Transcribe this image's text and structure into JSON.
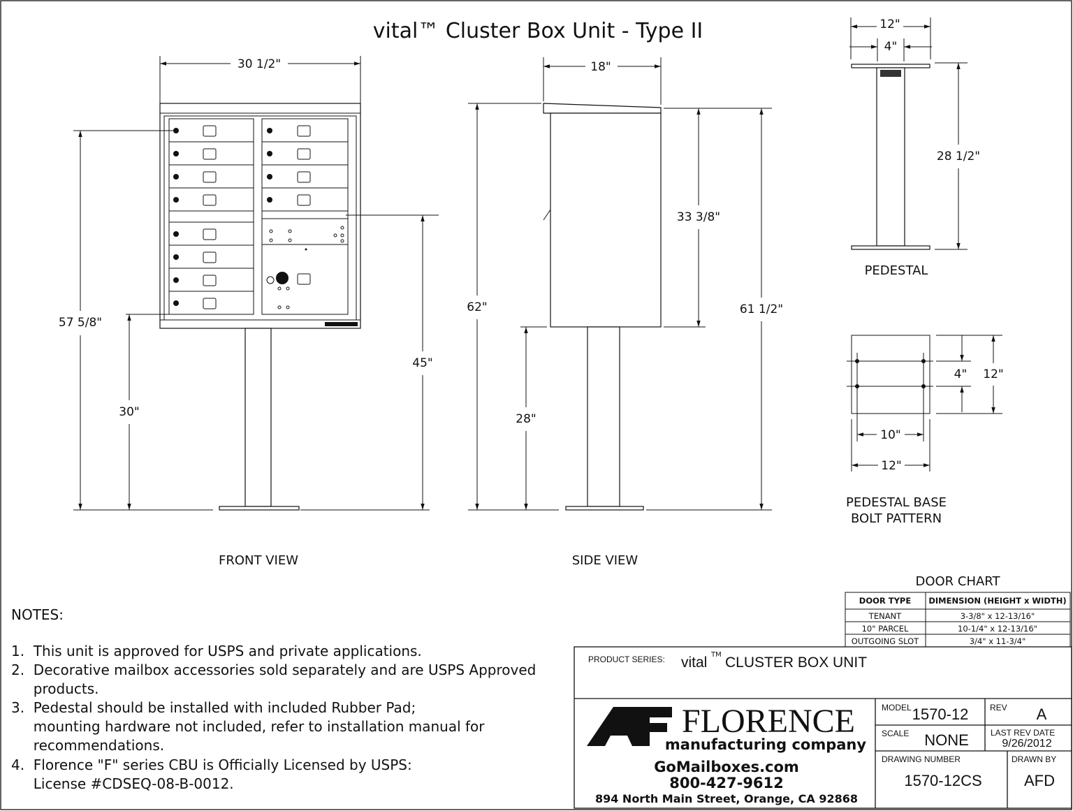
{
  "title": "vital™ Cluster Box Unit - Type II",
  "front_view": {
    "label": "FRONT VIEW",
    "dims": {
      "width": "30 1/2\"",
      "top_lock_height": "57 5/8\"",
      "bottom_lock_height": "30\"",
      "outgoing_slot_height": "45\""
    }
  },
  "side_view": {
    "label": "SIDE VIEW",
    "dims": {
      "depth": "18\"",
      "overall_height": "62\"",
      "pedestal_exposed": "28\"",
      "box_height": "33 3/8\"",
      "back_height": "61 1/2\""
    }
  },
  "pedestal": {
    "label": "PEDESTAL",
    "dims": {
      "plate_width": "12\"",
      "column_width": "4\"",
      "height": "28 1/2\""
    }
  },
  "bolt_pattern": {
    "label_line1": "PEDESTAL BASE",
    "label_line2": "BOLT PATTERN",
    "dims": {
      "bolt_v": "4\"",
      "plate_v": "12\"",
      "bolt_h": "10\"",
      "plate_h": "12\""
    }
  },
  "notes": {
    "heading": "NOTES:",
    "lines": [
      "1.  This unit is approved for USPS and private applications.",
      "2.  Decorative mailbox accessories sold separately and are USPS Approved",
      "     products.",
      "3.  Pedestal should be installed with included Rubber Pad;",
      "     mounting hardware not included, refer to installation manual for",
      "     recommendations.",
      "4.  Florence \"F\" series CBU is Officially Licensed by USPS:",
      "     License #CDSEQ-08-B-0012."
    ]
  },
  "door_chart": {
    "title": "DOOR CHART",
    "headers": [
      "DOOR TYPE",
      "DIMENSION (HEIGHT x WIDTH)"
    ],
    "rows": [
      [
        "TENANT",
        "3-3/8\" x 12-13/16\""
      ],
      [
        "10\" PARCEL",
        "10-1/4\" x 12-13/16\""
      ],
      [
        "OUTGOING SLOT",
        "3/4\" x 11-3/4\""
      ]
    ]
  },
  "title_block": {
    "product_series_label": "PRODUCT SERIES:",
    "product_series_name": "vital",
    "product_series_tm": "TM",
    "product_series_rest": "CLUSTER BOX UNIT",
    "logo_text": "AF FLORENCE manufacturing company",
    "logo_florence": "FLORENCE",
    "logo_sub": "manufacturing company",
    "website": "GoMailboxes.com",
    "phone": "800-427-9612",
    "address": "894 North Main Street, Orange, CA 92868",
    "model_label": "MODEL",
    "model": "1570-12",
    "rev_label": "REV",
    "rev": "A",
    "scale_label": "SCALE",
    "scale": "NONE",
    "last_rev_label": "LAST REV DATE",
    "last_rev": "9/26/2012",
    "drawing_number_label": "DRAWING NUMBER",
    "drawing_number": "1570-12CS",
    "drawn_by_label": "DRAWN BY",
    "drawn_by": "AFD"
  },
  "colors": {
    "ink": "#111111",
    "paper": "#ffffff"
  }
}
